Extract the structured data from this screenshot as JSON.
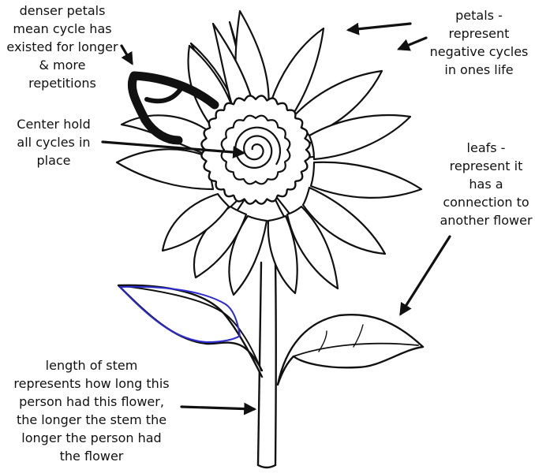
{
  "annotations": {
    "denser": "denser petals\nmean cycle has\nexisted for longer\n& more\nrepetitions",
    "petals": "petals -\nrepresent\nnegative cycles\nin ones life",
    "center": "Center hold\nall cycles in\nplace",
    "leafs": "leafs -\nrepresent it\nhas a\nconnection to\nanother flower",
    "stem": "length of stem\nrepresents how long this\nperson had this flower,\nthe longer the stem the\nlonger the person had\nthe flower"
  },
  "colors": {
    "line": "#111111",
    "highlight_leaf": "#2b2bd0",
    "marker": "#111111",
    "background": "#ffffff"
  }
}
